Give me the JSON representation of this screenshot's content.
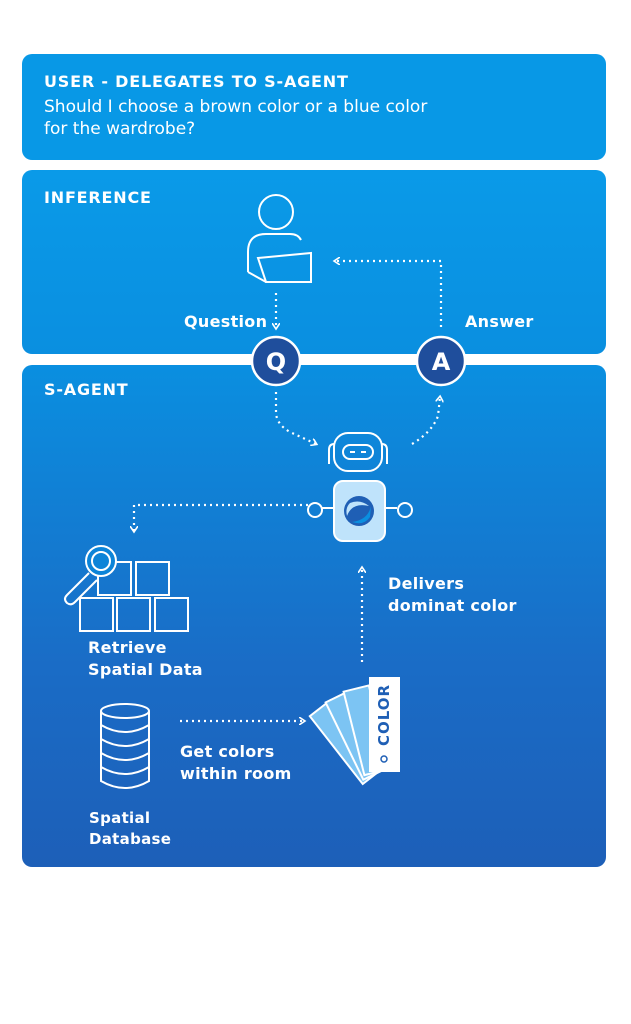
{
  "user_panel": {
    "heading": "USER - DELEGATES TO S-AGENT",
    "question_line1": "Should I choose a brown color or a blue color",
    "question_line2": "for the wardrobe?"
  },
  "inference_panel": {
    "heading": "INFERENCE",
    "question_label": "Question",
    "answer_label": "Answer",
    "q_badge": "Q",
    "a_badge": "A"
  },
  "sagent_panel": {
    "heading": "S-AGENT",
    "retrieve_line1": "Retrieve",
    "retrieve_line2": "Spatial Data",
    "delivers_line1": "Delivers",
    "delivers_line2": "dominat color",
    "get_colors_line1": "Get colors",
    "get_colors_line2": "within room",
    "database_line1": "Spatial",
    "database_line2": "Database",
    "swatch_text": "COLOR"
  },
  "colors": {
    "panel_light": "#0898e6",
    "panel_dark": "#1d5fb8",
    "badge_navy": "#1f4e9c",
    "text": "#ffffff"
  },
  "icons": [
    "user-laptop-icon",
    "robot-icon",
    "magnifier-boxes-icon",
    "database-icon",
    "color-swatch-icon"
  ]
}
